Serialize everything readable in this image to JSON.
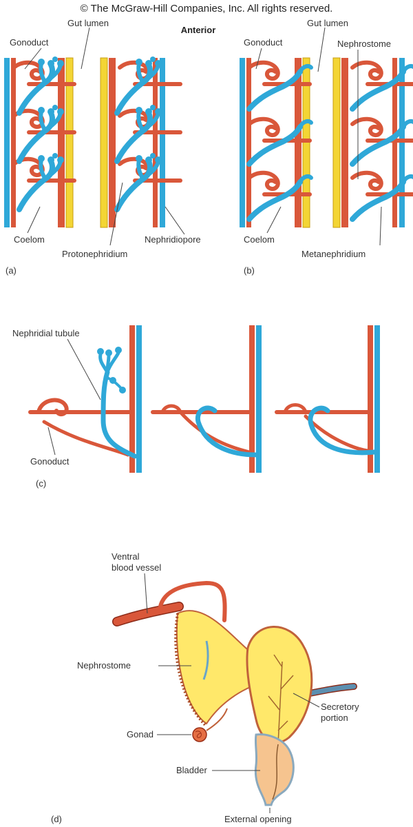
{
  "copyright": "© The McGraw-Hill Companies, Inc. All rights reserved.",
  "orientation": "Anterior",
  "panel_a": {
    "tag": "(a)",
    "labels": {
      "gonoduct": "Gonoduct",
      "gut_lumen": "Gut lumen",
      "coelom": "Coelom",
      "protonephridium": "Protonephridium",
      "nephridiopore": "Nephridiopore"
    }
  },
  "panel_b": {
    "tag": "(b)",
    "labels": {
      "gonoduct": "Gonoduct",
      "gut_lumen": "Gut lumen",
      "nephrostome": "Nephrostome",
      "coelom": "Coelom",
      "metanephridium": "Metanephridium"
    }
  },
  "panel_c": {
    "tag": "(c)",
    "labels": {
      "nephridial_tubule": "Nephridial tubule",
      "gonoduct": "Gonoduct"
    }
  },
  "panel_d": {
    "tag": "(d)",
    "labels": {
      "ventral_blood_vessel_line1": "Ventral",
      "ventral_blood_vessel_line2": "blood vessel",
      "nephrostome": "Nephrostome",
      "secretory_line1": "Secretory",
      "secretory_line2": "portion",
      "gonad": "Gonad",
      "bladder": "Bladder",
      "external_opening": "External opening"
    }
  },
  "colors": {
    "red_tubule": "#d9573a",
    "blue_tubule": "#2fa8d8",
    "gut_yellow": "#f3d534",
    "organ_yellow": "#ffe86a",
    "organ_peach": "#f6c48f"
  }
}
